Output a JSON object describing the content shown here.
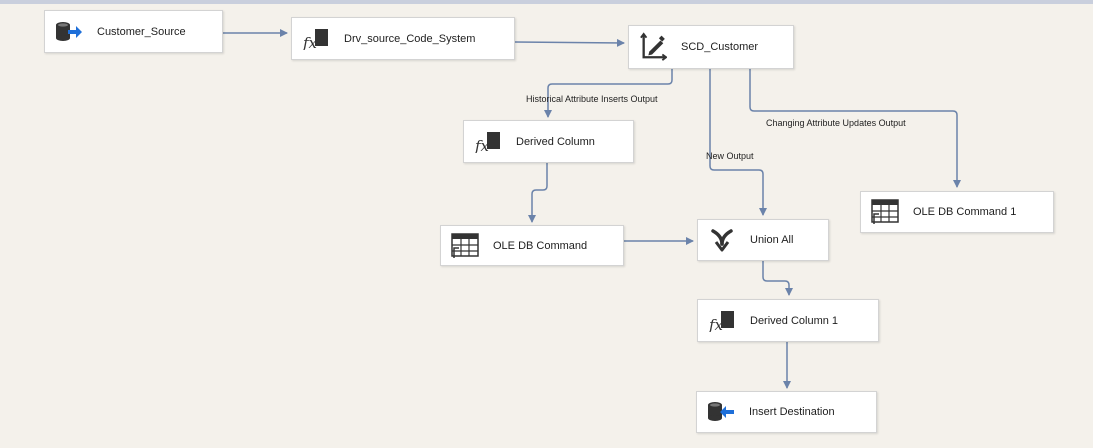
{
  "nodes": {
    "customer_source": "Customer_Source",
    "drv_source": "Drv_source_Code_System",
    "scd_customer": "SCD_Customer",
    "derived_column": "Derived Column",
    "ole_db_command": "OLE DB Command",
    "union_all": "Union All",
    "ole_db_command_1": "OLE DB Command 1",
    "derived_column_1": "Derived Column 1",
    "insert_destination": "Insert Destination"
  },
  "edges": {
    "historical": "Historical Attribute Inserts Output",
    "changing": "Changing Attribute Updates Output",
    "new_output": "New Output"
  },
  "colors": {
    "canvas": "#f4f1eb",
    "connector": "#6b83aa",
    "node_border": "#d3d3d3"
  }
}
